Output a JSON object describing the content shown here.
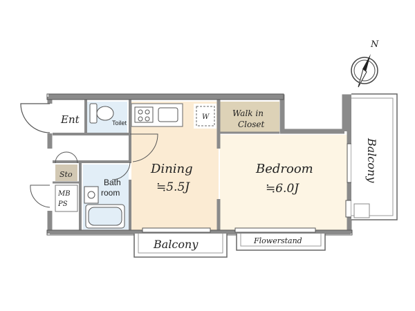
{
  "rooms": {
    "ent": "Ent",
    "toilet": "Toilet",
    "sto": "Sto",
    "mbps_line1": "MB",
    "mbps_line2": "PS",
    "bath_line1": "Bath",
    "bath_line2": "room",
    "washer": "W",
    "closet_line1": "Walk in",
    "closet_line2": "Closet",
    "dining_name": "Dining",
    "dining_size": "≒5.5J",
    "bedroom_name": "Bedroom",
    "bedroom_size": "≒6.0J",
    "balcony_bottom": "Balcony",
    "balcony_right": "Balcony",
    "flowerstand": "Flowerstand"
  },
  "compass": {
    "north": "N"
  },
  "colors": {
    "wall": "#8a8a8a",
    "dining_floor": "#fbebd3",
    "bedroom_floor": "#fdf5e4",
    "wet_area": "#e2eef7",
    "closet": "#ddd2b7",
    "storage": "#d2c8b3",
    "balcony": "#ffffff"
  }
}
